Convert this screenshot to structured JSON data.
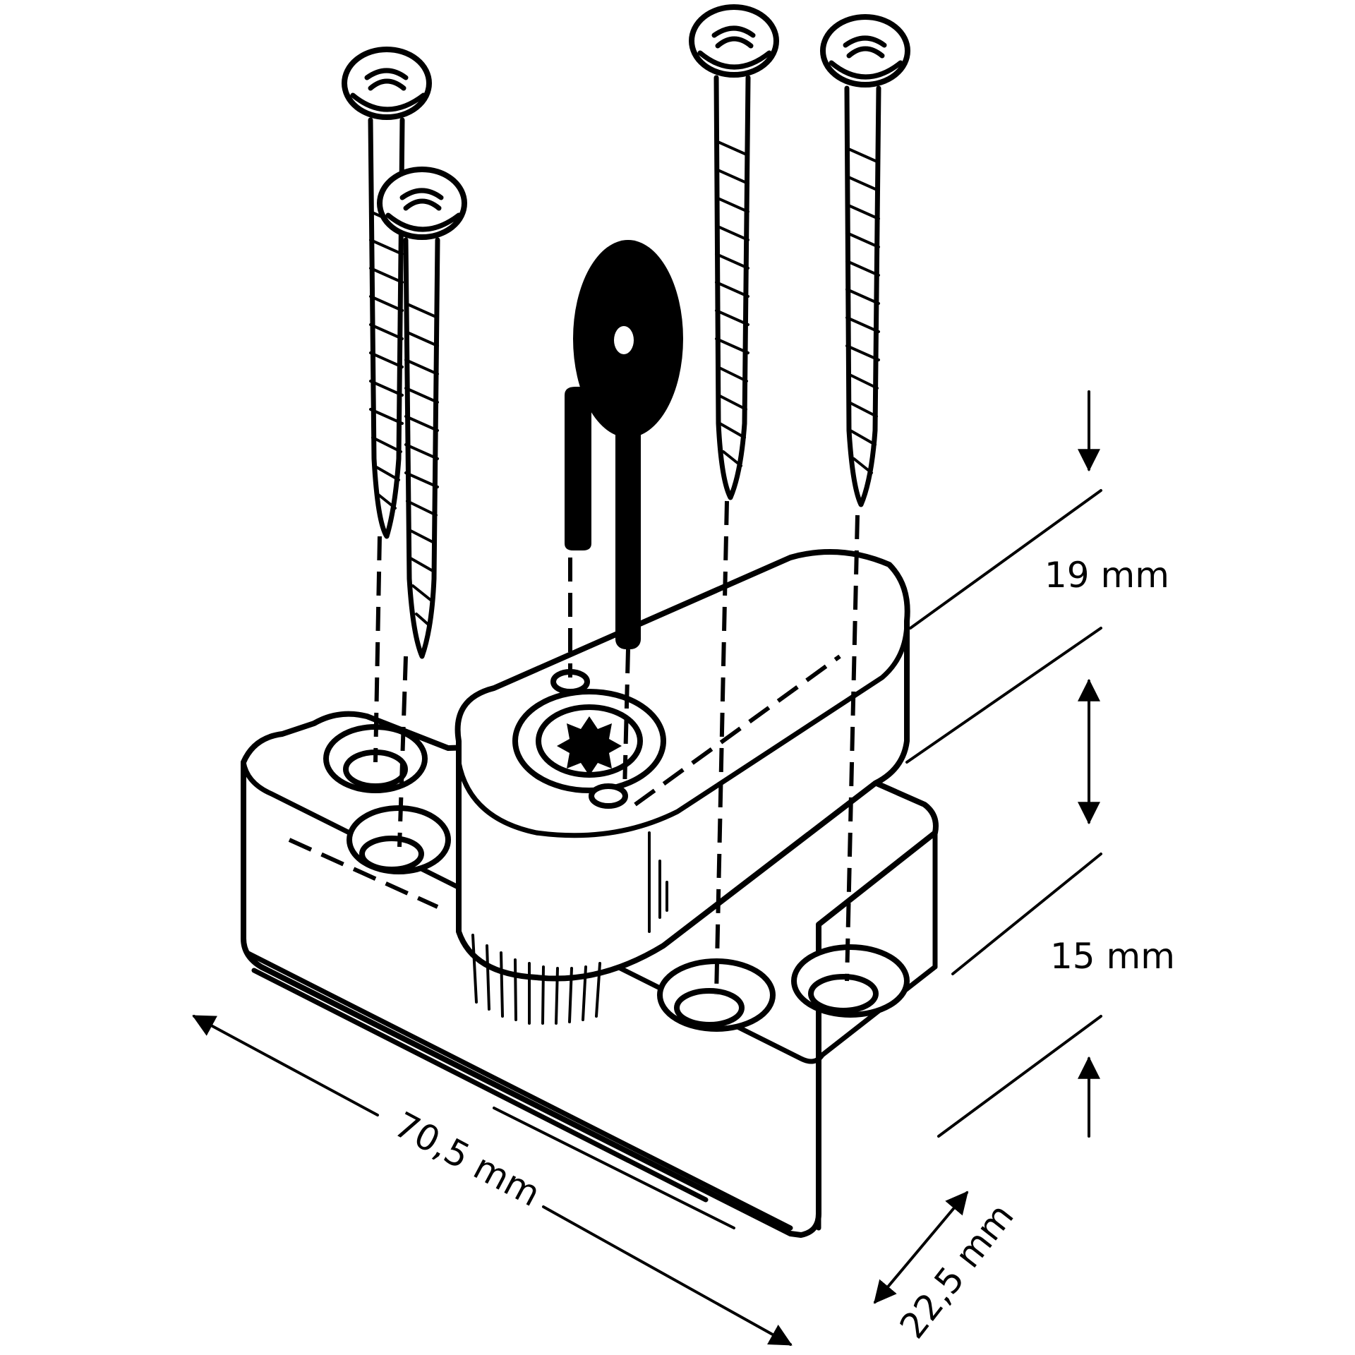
{
  "dimensions": {
    "height_top": "19 mm",
    "height_base": "15 mm",
    "length": "70,5 mm",
    "width": "22,5 mm"
  },
  "colors": {
    "line": "#000000",
    "background": "#ffffff"
  },
  "icons": {
    "screw": "screw-icon",
    "key": "key-icon"
  }
}
